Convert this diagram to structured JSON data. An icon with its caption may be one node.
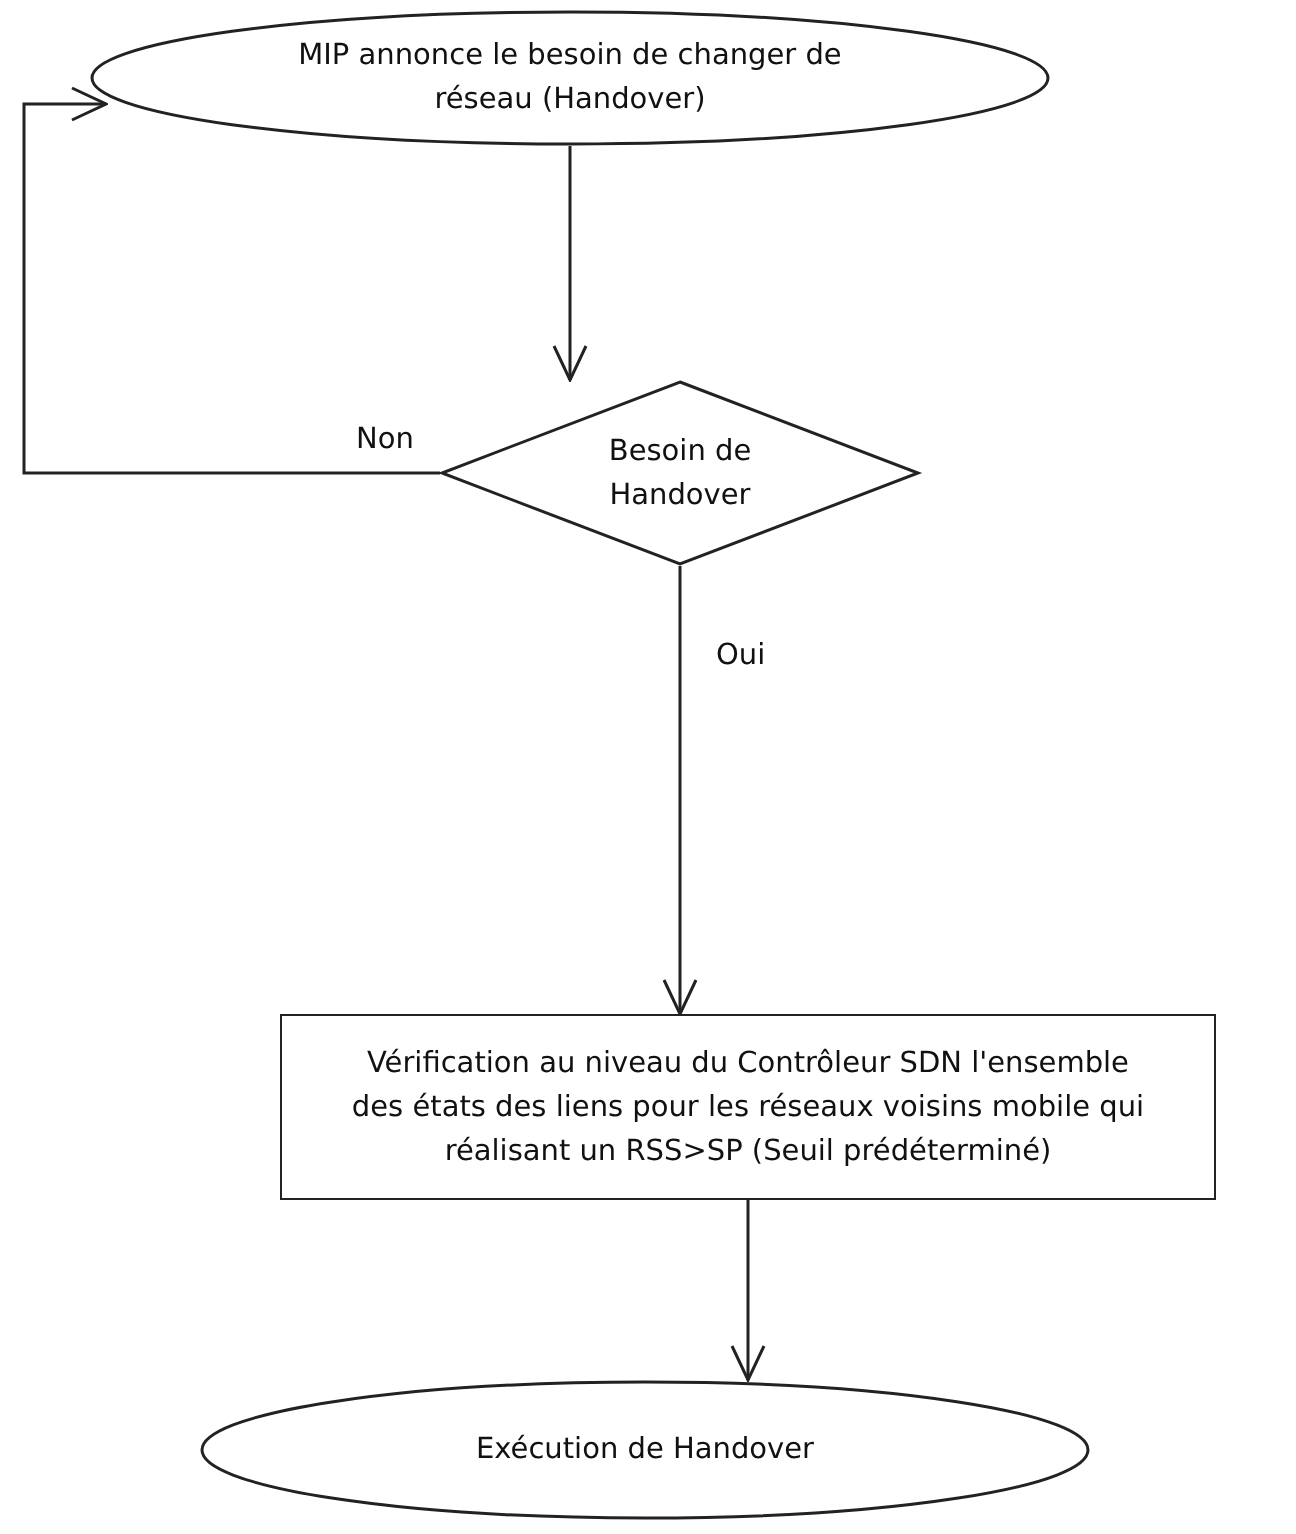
{
  "diagram": {
    "nodes": [
      {
        "text": [
          "MIP annonce le besoin de changer de réseau (Handover)"
        ]
      },
      {
        "text": [
          "Besoin de Handover"
        ]
      },
      {
        "text": [
          "Vérification au niveau du Contrôleur SDN l'ensemble des états des liens pour les réseaux voisins mobile qui réalisant un RSS>SP (Seuil prédéterminé)"
        ]
      },
      {
        "text": [
          "Exécution de Handover"
        ]
      }
    ],
    "edges": [
      {
        "from": 0,
        "to": 1,
        "arrow": "to"
      },
      {
        "from": 1,
        "to": 0,
        "arrow": "to",
        "label": "Non"
      },
      {
        "from": 1,
        "to": 2,
        "arrow": "to",
        "label": "Oui"
      },
      {
        "from": 2,
        "to": 3,
        "arrow": "to"
      }
    ]
  }
}
